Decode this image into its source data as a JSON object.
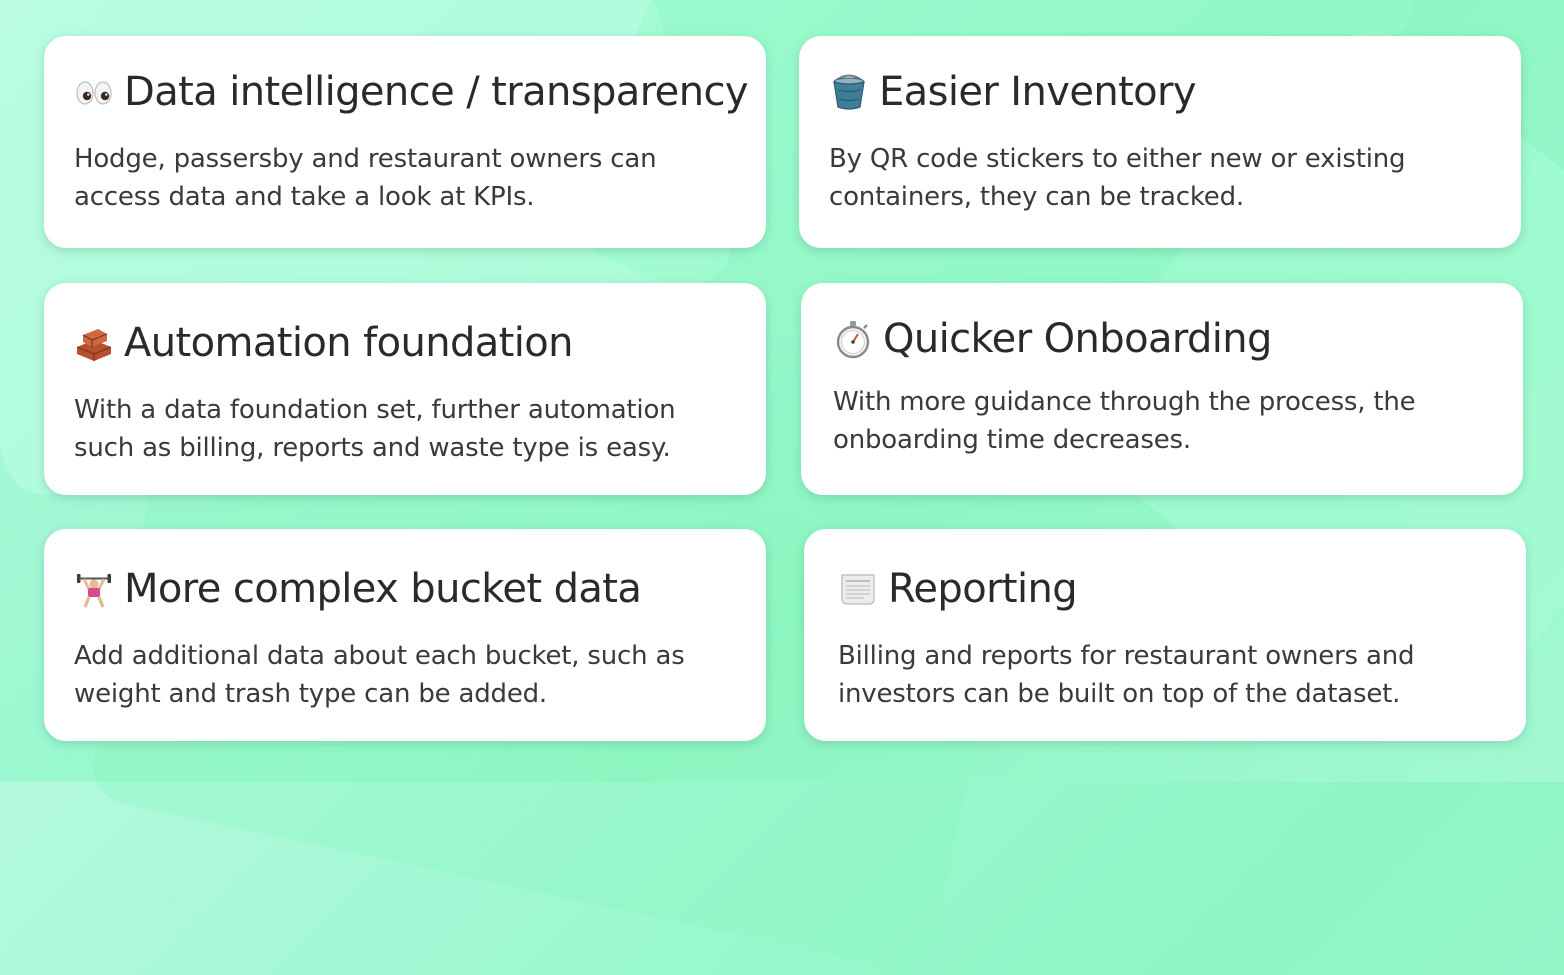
{
  "cards": [
    {
      "icon": "eyes-icon",
      "title": "Data intelligence / transparency",
      "description": "Hodge, passersby and restaurant owners can access data and take a look at KPIs."
    },
    {
      "icon": "bucket-icon",
      "title": "Easier Inventory",
      "description": "By QR code stickers to either new or existing containers, they can be tracked."
    },
    {
      "icon": "bricks-icon",
      "title": "Automation foundation",
      "description": "With a data foundation set, further automation such as billing, reports and waste type is easy."
    },
    {
      "icon": "stopwatch-icon",
      "title": "Quicker Onboarding",
      "description": "With more guidance through the process, the onboarding time decreases."
    },
    {
      "icon": "weightlifter-icon",
      "title": "More complex bucket data",
      "description": "Add additional data about each bucket, such as weight and trash type can be added."
    },
    {
      "icon": "newspaper-icon",
      "title": "Reporting",
      "description": "Billing and reports for restaurant owners and investors can be built on top of the dataset."
    }
  ]
}
